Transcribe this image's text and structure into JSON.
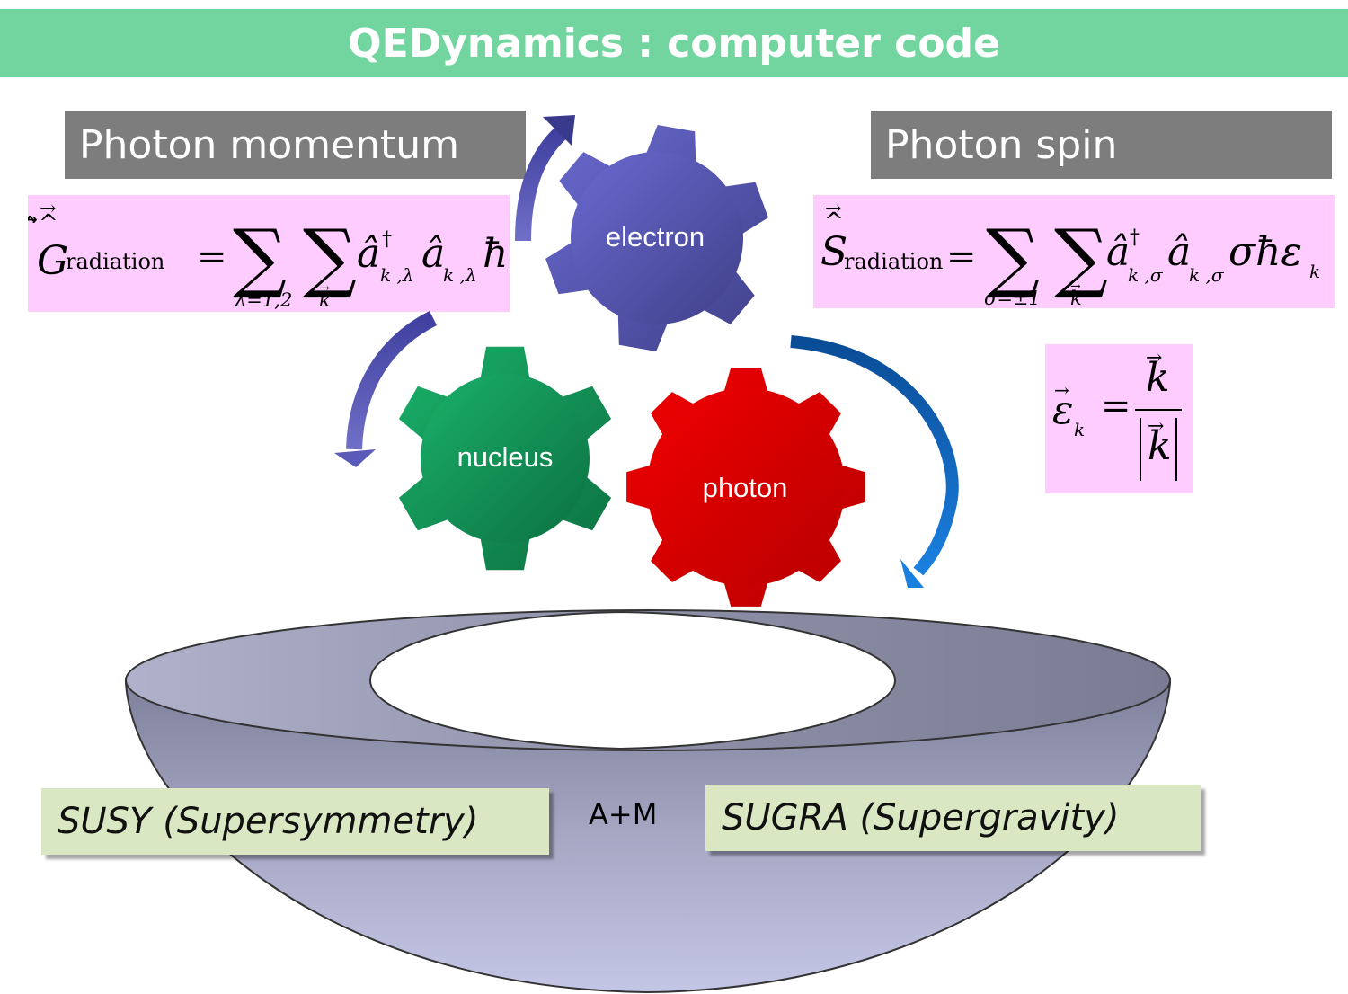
{
  "title": "QEDynamics : computer code",
  "labels": {
    "photon_momentum": "Photon momentum",
    "photon_spin": "Photon spin",
    "susy": "SUSY (Supersymmetry)",
    "sugra": "SUGRA (Supergravity)",
    "center": "A+M"
  },
  "gears": {
    "electron": "electron",
    "nucleus": "nucleus",
    "photon": "photon"
  },
  "formulas": {
    "g_symbol": "G",
    "g_subscript": "radiation",
    "g_sum1_limit": "λ=1,2",
    "g_sum2_limit": "k",
    "s_symbol": "S",
    "s_subscript": "radiation",
    "s_sum1_limit": "σ=±1",
    "s_sum2_limit": "k",
    "eps_symbol": "ε",
    "eps_subscript": "k",
    "eps_numerator": "k",
    "eps_denominator": "k"
  },
  "colors": {
    "title_bar": "#72d59f",
    "grey_label": "#7d7d7d",
    "formula_bg": "#ffccff",
    "green_label": "#d9e8c2",
    "electron_gear": "#6060c0",
    "nucleus_gear": "#16a060",
    "photon_gear": "#e00000",
    "bowl": "#a8aac8",
    "arrow_blue": "#0a5cb0",
    "arrow_purple": "#5a5aaa"
  }
}
